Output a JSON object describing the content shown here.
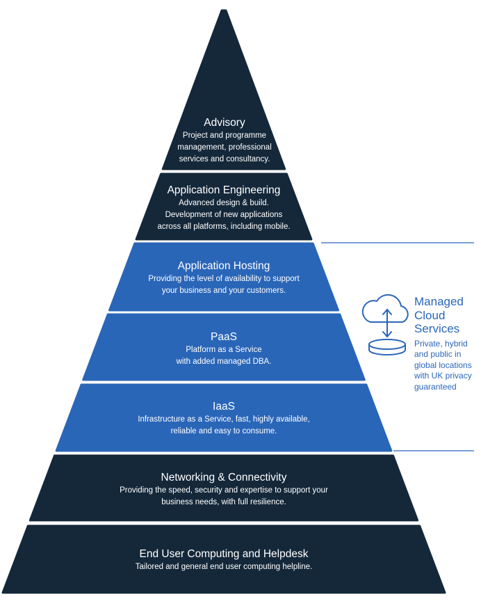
{
  "colors": {
    "dark": "#15283a",
    "blue": "#2a66b8",
    "white": "#ffffff"
  },
  "layers": [
    {
      "id": "advisory",
      "title": "Advisory",
      "desc": "Project and programme\nmanagement, professional\nservices and consultancy."
    },
    {
      "id": "app-eng",
      "title": "Application Engineering",
      "desc": "Advanced design & build.\nDevelopment of new applications\nacross all platforms, including mobile."
    },
    {
      "id": "app-hosting",
      "title": "Application Hosting",
      "desc": "Providing the level of availability to support\nyour business and your customers."
    },
    {
      "id": "paas",
      "title": "PaaS",
      "desc": "Platform as a Service\nwith added managed DBA."
    },
    {
      "id": "iaas",
      "title": "IaaS",
      "desc": "Infrastructure as a Service, fast, highly available,\nreliable and easy to consume."
    },
    {
      "id": "networking",
      "title": "Networking & Connectivity",
      "desc": "Providing the speed, security and expertise to support your\nbusiness needs, with full resilience."
    },
    {
      "id": "euc",
      "title": "End User Computing and Helpdesk",
      "desc": "Tailored and general end user computing helpline."
    }
  ],
  "side": {
    "icon": "cloud-sync-database-icon",
    "title": "Managed\nCloud\nServices",
    "desc": "Private, hybrid\nand public in\nglobal locations\nwith UK privacy\nguaranteed"
  }
}
